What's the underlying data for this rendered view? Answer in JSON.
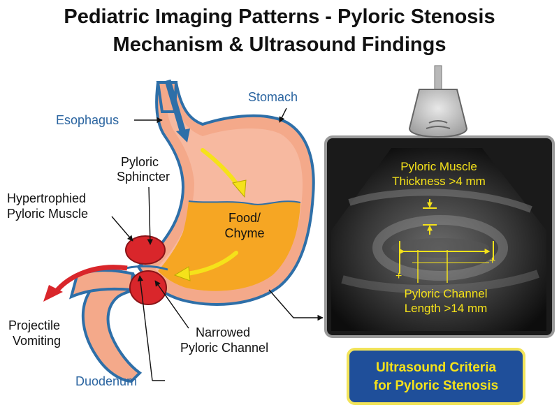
{
  "title": {
    "line1": "Pediatric Imaging Patterns - Pyloric Stenosis",
    "line2": "Mechanism & Ultrasound Findings"
  },
  "anatomy": {
    "esophagus": "Esophagus",
    "stomach": "Stomach",
    "pyloric_sphincter": [
      "Pyloric",
      "Sphincter"
    ],
    "hypertrophied_muscle": [
      "Hypertrophied",
      "Pyloric Muscle"
    ],
    "food_chyme": [
      "Food/",
      "Chyme"
    ],
    "projectile_vomiting": [
      "Projectile",
      "Vomiting"
    ],
    "narrowed_channel": [
      "Narrowed",
      "Pyloric Channel"
    ],
    "duodenum": "Duodenum"
  },
  "ultrasound": {
    "muscle_thickness": [
      "Pyloric Muscle",
      "Thickness >4 mm"
    ],
    "channel_length": [
      "Pyloric Channel",
      "Length >14 mm"
    ],
    "criteria_box": [
      "Ultrasound Criteria",
      "for Pyloric Stenosis"
    ]
  },
  "colors": {
    "outline_blue": "#2e6fa8",
    "stomach_wall": "#f4a98a",
    "chyme": "#f6a623",
    "muscle_red": "#d9262b",
    "label_blue": "#2a64a0",
    "measure_yellow": "#f5e21a",
    "criteria_bg": "#1f4f9a",
    "criteria_border": "#f2e45a"
  }
}
